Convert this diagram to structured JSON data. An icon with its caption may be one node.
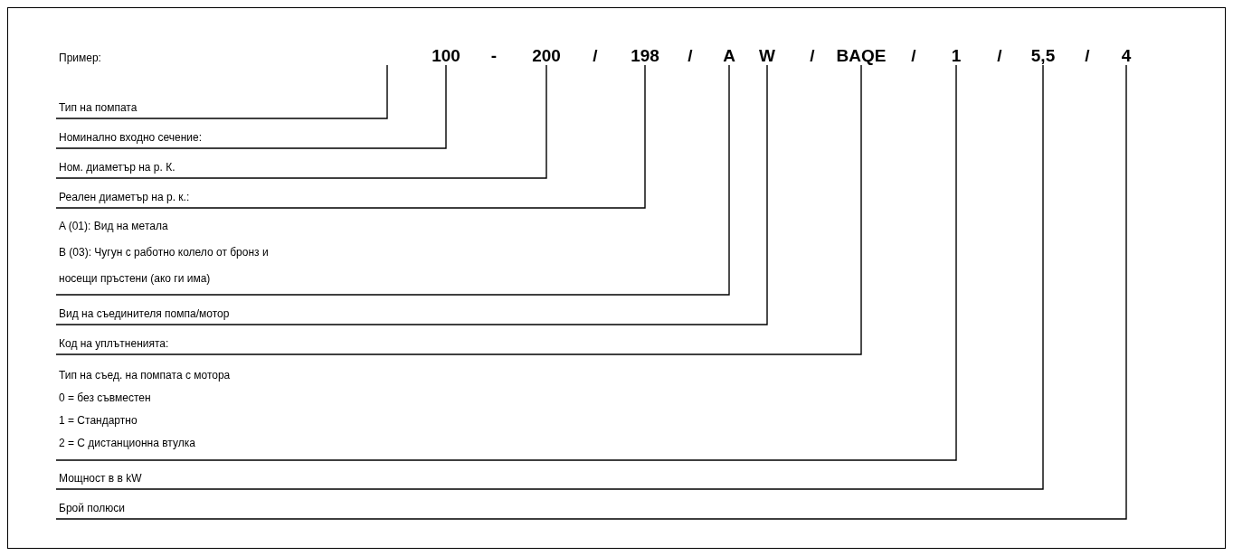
{
  "diagram": {
    "nodes": [
      {
        "text": [
          "100"
        ]
      },
      {
        "text": [
          "200"
        ]
      },
      {
        "text": [
          "198"
        ]
      },
      {
        "text": [
          "A"
        ]
      },
      {
        "text": [
          "W"
        ]
      },
      {
        "text": [
          "BAQE"
        ]
      },
      {
        "text": [
          "1"
        ]
      },
      {
        "text": [
          "5,5"
        ]
      },
      {
        "text": [
          "4"
        ]
      },
      {
        "text": [
          "Тип на помпата"
        ]
      },
      {
        "text": [
          "Номинално входно сечение:"
        ]
      },
      {
        "text": [
          "Ном. диаметър на р. К."
        ]
      },
      {
        "text": [
          "Реален диаметър на р. к.:"
        ]
      },
      {
        "text": [
          "A (01): Вид на метала",
          "B (03): Чугун с работно колело от бронз и носещи пръстени (ако ги има)"
        ]
      },
      {
        "text": [
          "Вид на съединителя помпа/мотор"
        ]
      },
      {
        "text": [
          "Код на уплътненията:"
        ]
      },
      {
        "text": [
          "Тип на съед. на помпата с мотора",
          "0 = без съвместен",
          "1 = Стандартно",
          "2 = С дистанционна втулка"
        ]
      },
      {
        "text": [
          "Мощност в в kW"
        ]
      },
      {
        "text": [
          "Брой полюси"
        ]
      }
    ],
    "edges": [
      {
        "from": 9,
        "to": null,
        "arrow": "none"
      },
      {
        "from": 10,
        "to": 0,
        "arrow": "none"
      },
      {
        "from": 11,
        "to": 1,
        "arrow": "none"
      },
      {
        "from": 12,
        "to": 2,
        "arrow": "none"
      },
      {
        "from": 13,
        "to": 3,
        "arrow": "none"
      },
      {
        "from": 14,
        "to": 4,
        "arrow": "none"
      },
      {
        "from": 15,
        "to": 5,
        "arrow": "none"
      },
      {
        "from": 16,
        "to": 6,
        "arrow": "none"
      },
      {
        "from": 17,
        "to": 7,
        "arrow": "none"
      },
      {
        "from": 18,
        "to": 8,
        "arrow": "none"
      }
    ],
    "labels": [
      "Пример:",
      "-",
      "/",
      "/",
      "/",
      "/",
      "/",
      "/"
    ]
  }
}
